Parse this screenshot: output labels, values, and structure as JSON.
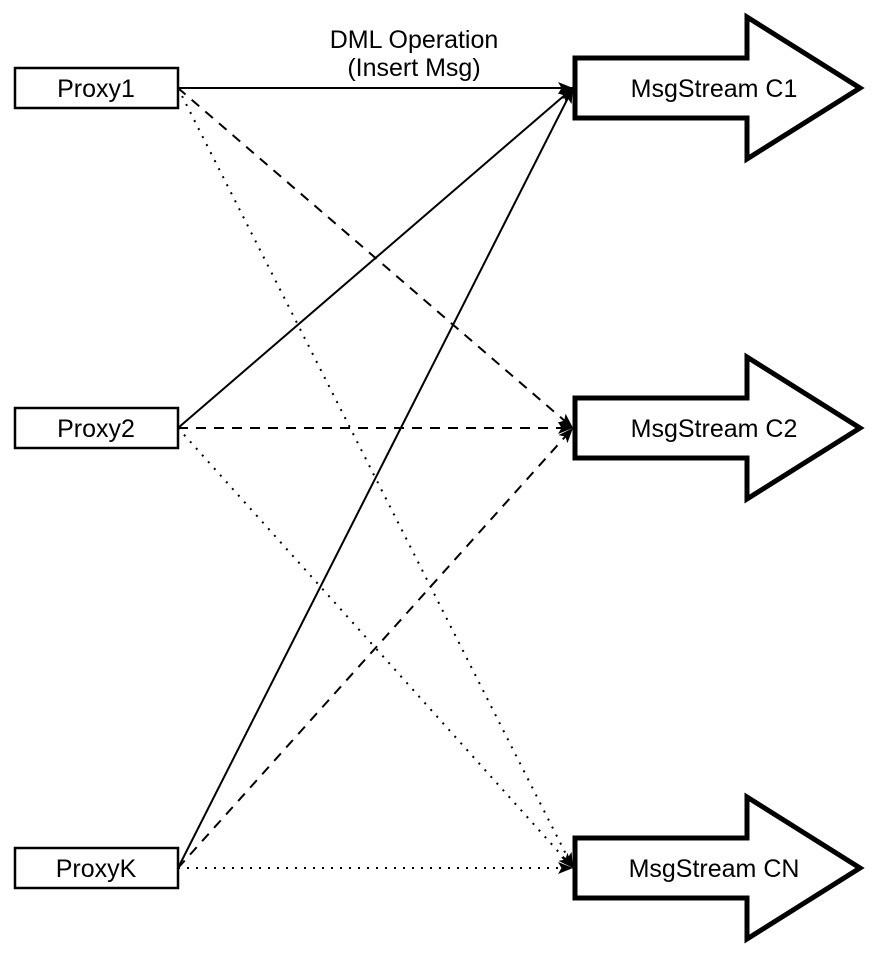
{
  "background": "#ffffff",
  "ink": "#000000",
  "title": {
    "line1": "DML Operation",
    "line2": "(Insert Msg)"
  },
  "proxies": [
    {
      "label": "Proxy1"
    },
    {
      "label": "Proxy2"
    },
    {
      "label": "ProxyK"
    }
  ],
  "streams": [
    {
      "label": "MsgStream C1"
    },
    {
      "label": "MsgStream C2"
    },
    {
      "label": "MsgStream CN"
    }
  ],
  "edges": [
    {
      "from": "Proxy1",
      "to": "MsgStream C1",
      "line_style": "solid"
    },
    {
      "from": "Proxy1",
      "to": "MsgStream C2",
      "line_style": "dashed"
    },
    {
      "from": "Proxy1",
      "to": "MsgStream CN",
      "line_style": "dotted"
    },
    {
      "from": "Proxy2",
      "to": "MsgStream C1",
      "line_style": "solid"
    },
    {
      "from": "Proxy2",
      "to": "MsgStream C2",
      "line_style": "dashed"
    },
    {
      "from": "Proxy2",
      "to": "MsgStream CN",
      "line_style": "dotted"
    },
    {
      "from": "ProxyK",
      "to": "MsgStream C1",
      "line_style": "solid"
    },
    {
      "from": "ProxyK",
      "to": "MsgStream C2",
      "line_style": "dashed"
    },
    {
      "from": "ProxyK",
      "to": "MsgStream CN",
      "line_style": "dotted"
    }
  ]
}
